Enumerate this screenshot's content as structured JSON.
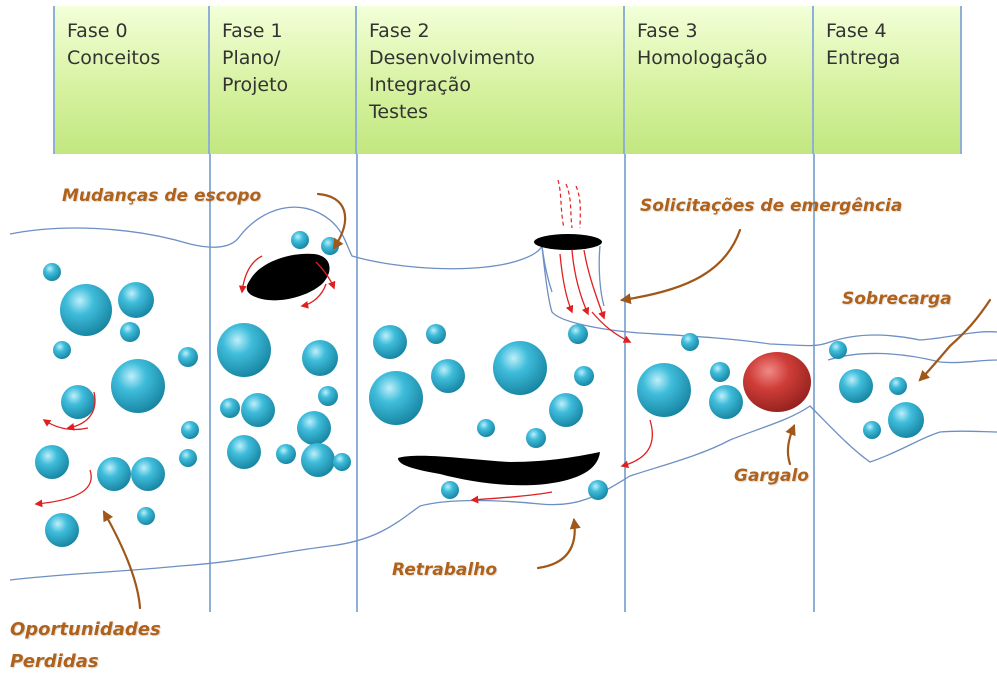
{
  "phases": [
    {
      "lines": [
        "Fase 0",
        "Conceitos"
      ]
    },
    {
      "lines": [
        "Fase 1",
        "Plano/",
        "Projeto"
      ]
    },
    {
      "lines": [
        "Fase 2",
        "Desenvolvimento",
        "Integração",
        "Testes"
      ]
    },
    {
      "lines": [
        "Fase 3",
        "Homologação"
      ]
    },
    {
      "lines": [
        "Fase 4",
        "Entrega"
      ]
    }
  ],
  "callouts": {
    "scope_changes": "Mudanças de escopo",
    "emergency_requests": "Solicitações de emergência",
    "overload": "Sobrecarga",
    "bottleneck": "Gargalo",
    "rework": "Retrabalho",
    "lost_opportunities_line1": "Oportunidades",
    "lost_opportunities_line2": "Perdidas"
  },
  "colors": {
    "phase_fill": "#d6f2a0",
    "divider": "#8fb0d6",
    "flow_outline": "#6d8fc4",
    "bubble": "#2eaac8",
    "bottleneck_bubble": "#c23a36",
    "obstacle": "#000000",
    "callout_text": "#b0621b",
    "arrow_brown": "#a0581a",
    "arrow_red": "#e02020"
  },
  "icons": [
    "obstacle-blob",
    "bottleneck-circle",
    "red-flow-arrow",
    "brown-pointer-arrow"
  ]
}
